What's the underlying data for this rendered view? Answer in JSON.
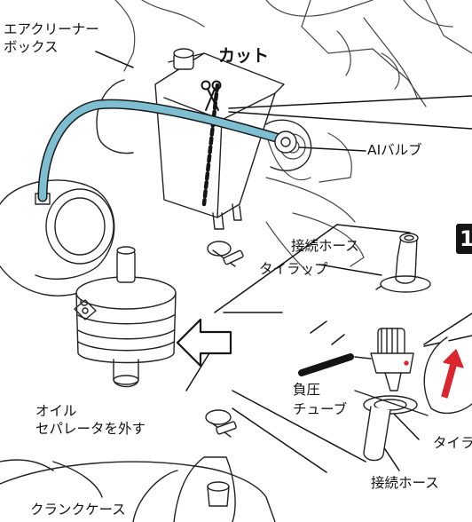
{
  "labels": {
    "air_cleaner_box": [
      "エアクリーナー",
      "ボックス"
    ],
    "cut": "カット",
    "ai_valve": "AIバルブ",
    "connecting_hose_top": "接続ホース",
    "tie_wrap_top": "タイラップ",
    "negative_pressure_tube": [
      "負圧",
      "チューブ"
    ],
    "remove_oil_separator": [
      "オイル",
      "セパレータを外す"
    ],
    "tie_wrap_bottom": "タイラ",
    "connecting_hose_bottom": "接続ホース",
    "crankcase": "クランクケース"
  },
  "step_number": "1",
  "colors": {
    "hose": "#7dbfd0",
    "arrow_red": "#d9262f",
    "ink": "#141414",
    "badge": "#141414"
  },
  "icons": [
    "scissors-icon",
    "left-arrow-icon",
    "up-arrow-icon"
  ]
}
